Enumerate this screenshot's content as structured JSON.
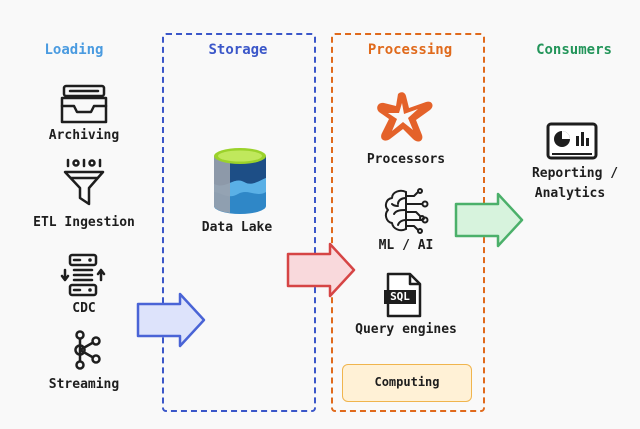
{
  "columns": {
    "loading": {
      "title": "Loading",
      "color": "#4a9be0"
    },
    "storage": {
      "title": "Storage",
      "color": "#3b57c9"
    },
    "processing": {
      "title": "Processing",
      "color": "#e06a1c"
    },
    "consumers": {
      "title": "Consumers",
      "color": "#23955a"
    }
  },
  "loading_items": {
    "archiving": "Archiving",
    "etl": "ETL Ingestion",
    "cdc": "CDC",
    "streaming": "Streaming"
  },
  "storage_items": {
    "data_lake": "Data Lake"
  },
  "processing_items": {
    "processors": "Processors",
    "ml_ai": "ML / AI",
    "query_engines": "Query engines",
    "sql_badge": "SQL",
    "computing": "Computing"
  },
  "consumer_items": {
    "reporting_line1": "Reporting /",
    "reporting_line2": "Analytics"
  },
  "arrow_colors": {
    "blue": {
      "fill": "#dde3fb",
      "stroke": "#4a64d6"
    },
    "red": {
      "fill": "#f9d9dc",
      "stroke": "#d64545"
    },
    "green": {
      "fill": "#d7f3dd",
      "stroke": "#4bb06a"
    }
  }
}
